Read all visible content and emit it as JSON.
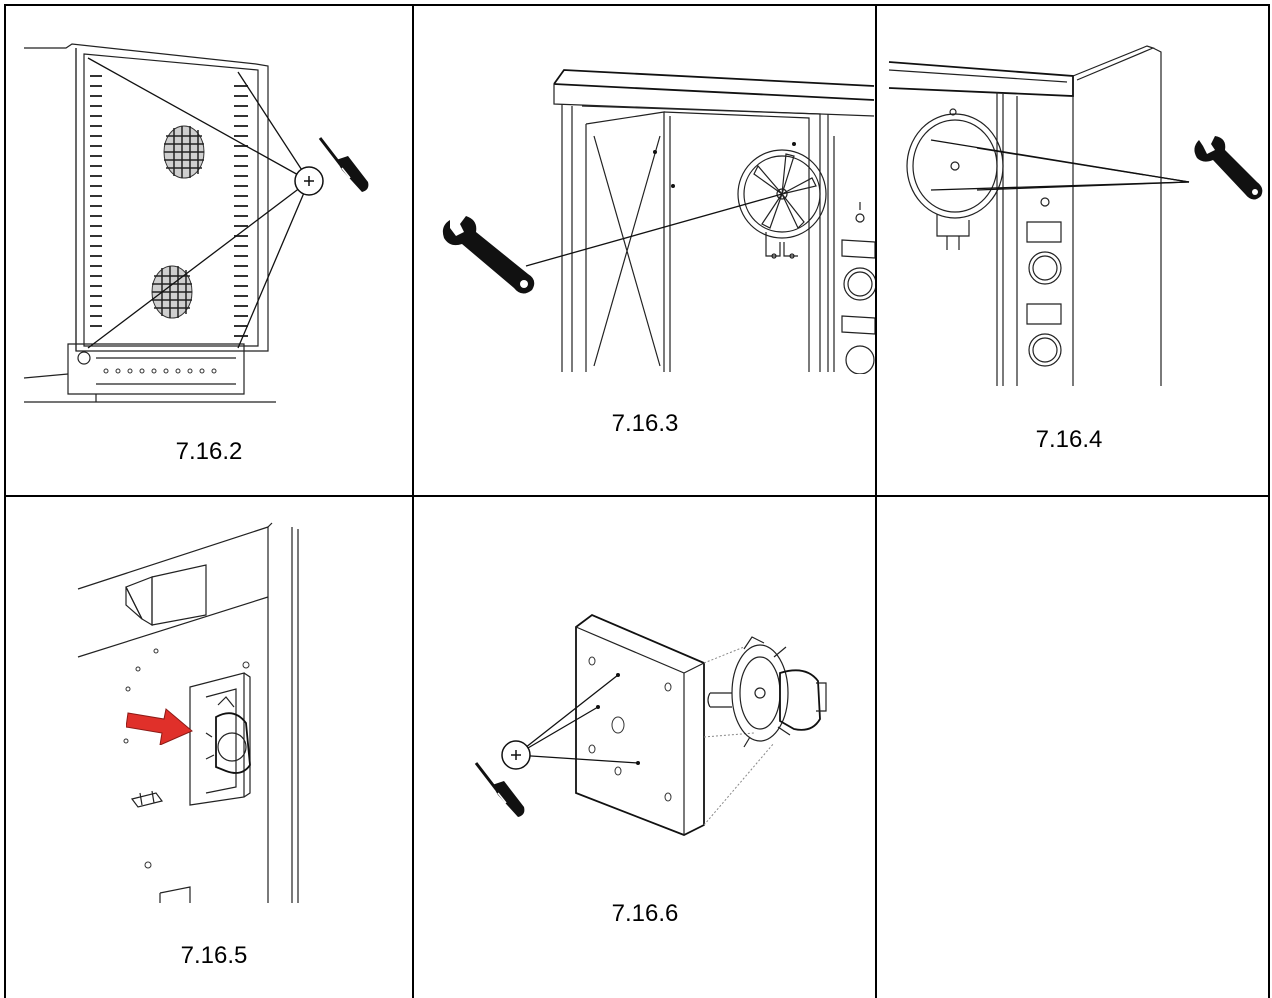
{
  "figures": [
    {
      "id": "fig-1",
      "caption": "7.16.2",
      "tool": "screwdriver-icon"
    },
    {
      "id": "fig-2",
      "caption": "7.16.3",
      "tool": "wrench-icon"
    },
    {
      "id": "fig-3",
      "caption": "7.16.4",
      "tool": "wrench-icon"
    },
    {
      "id": "fig-4",
      "caption": "7.16.5",
      "tool": "arrow-icon"
    },
    {
      "id": "fig-5",
      "caption": "7.16.6",
      "tool": "screwdriver-icon"
    },
    {
      "id": "fig-6",
      "caption": "",
      "tool": ""
    }
  ],
  "colors": {
    "border": "#000000",
    "arrow": "#e0302a",
    "line_art": "#222222"
  }
}
